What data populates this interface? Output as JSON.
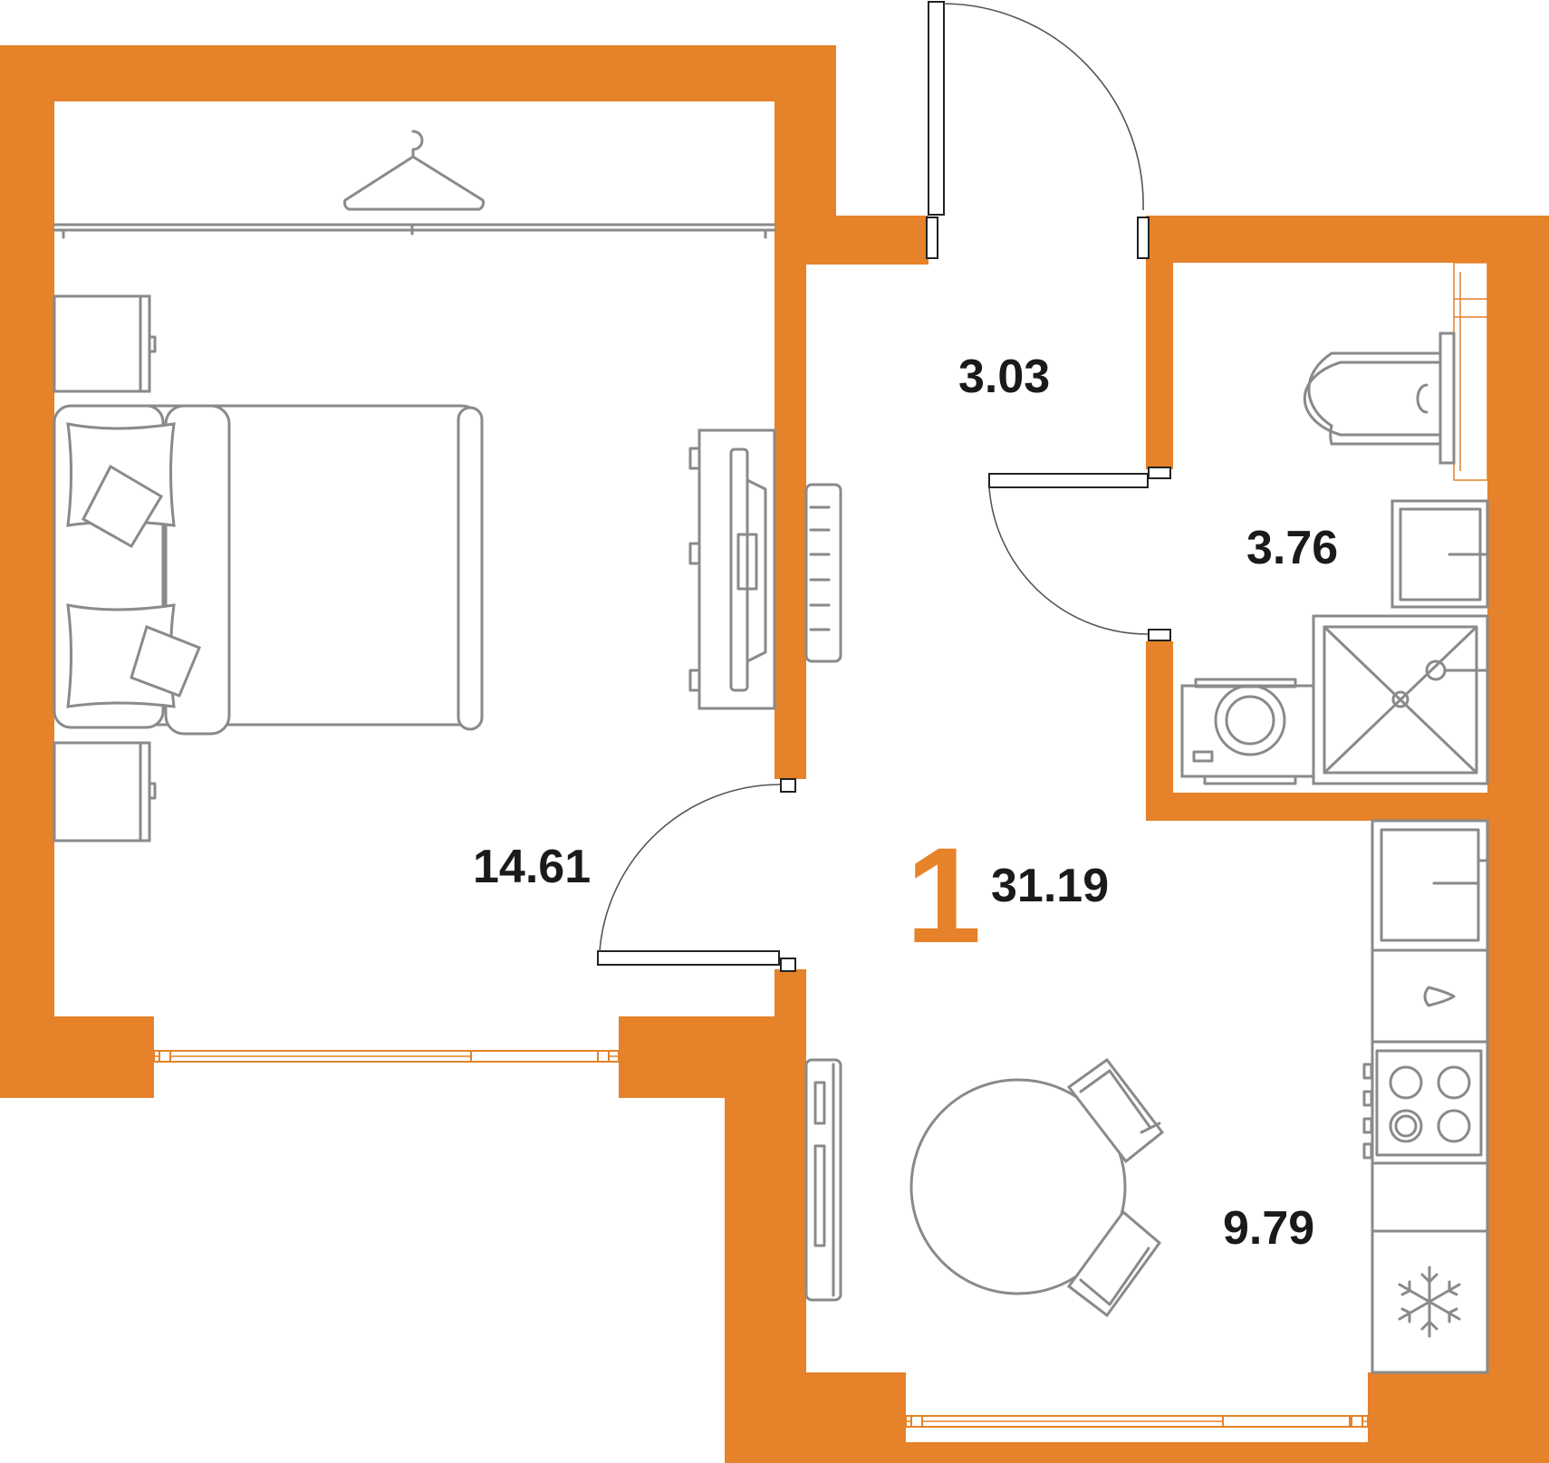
{
  "colors": {
    "wall": "#e5822a",
    "furniture": "#8a8a8a",
    "text": "#1a1a1a"
  },
  "plan": {
    "room_count": "1",
    "total_area": "31.19"
  },
  "rooms": {
    "bedroom": {
      "area": "14.61"
    },
    "hallway": {
      "area": "3.03"
    },
    "bathroom": {
      "area": "3.76"
    },
    "kitchen": {
      "area": "9.79"
    }
  },
  "icons": {
    "wardrobe": "clothes-hanger-icon",
    "freezer": "snowflake-icon"
  }
}
